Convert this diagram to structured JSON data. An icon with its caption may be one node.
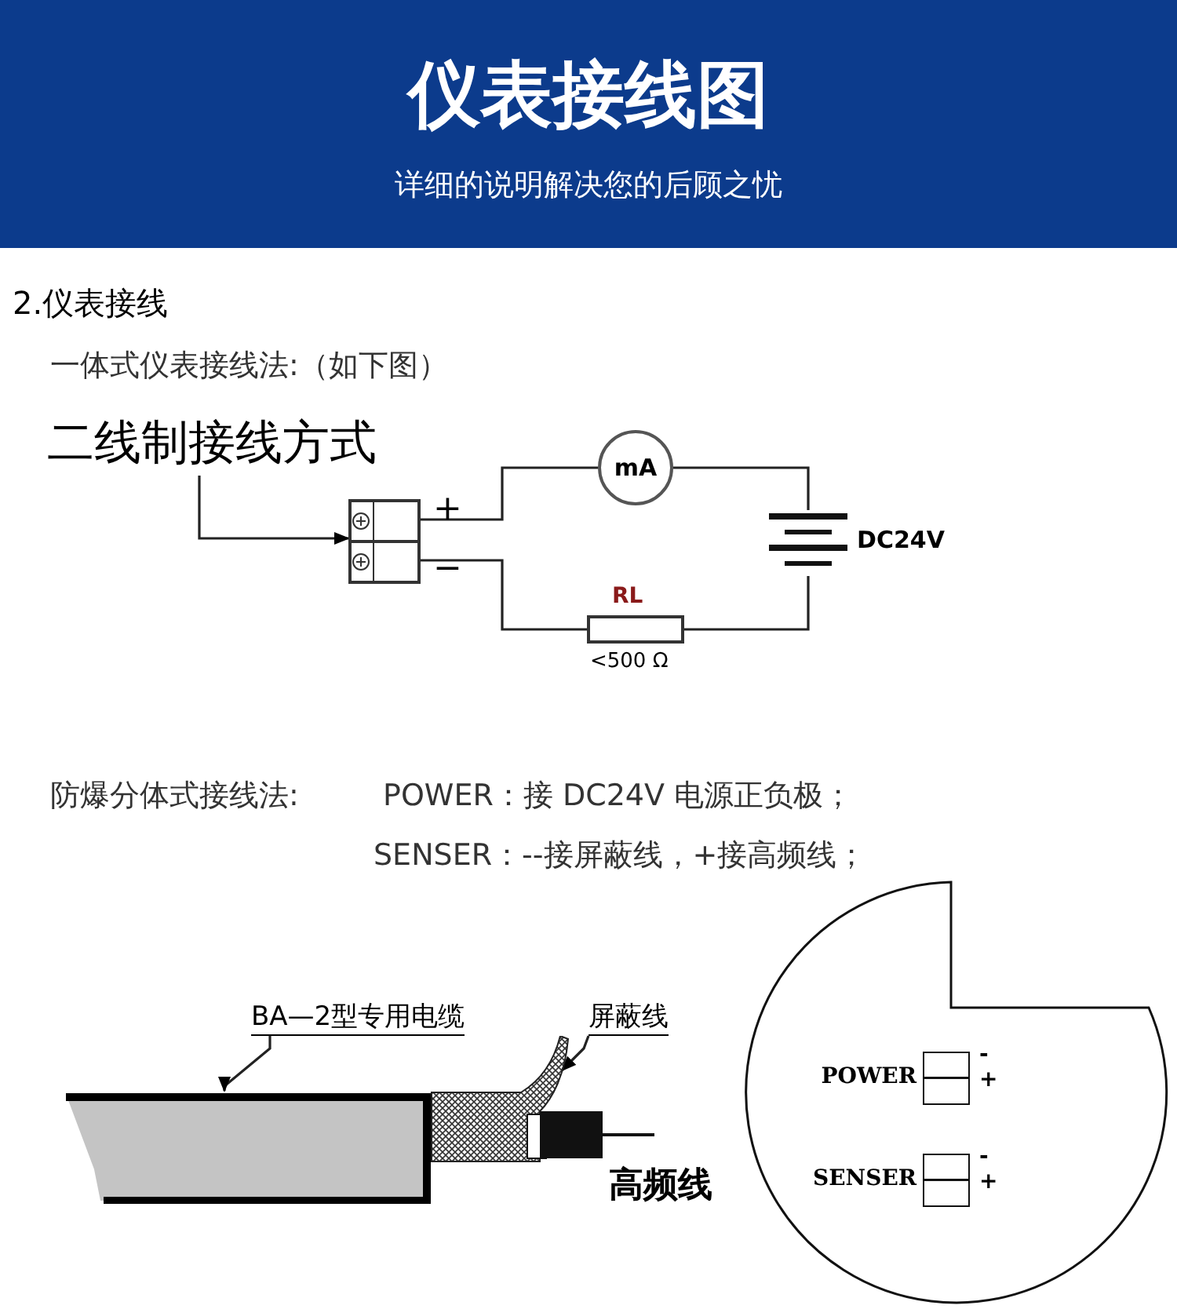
{
  "diagram": {
    "title": "仪表接线图",
    "nodes": [
      {
        "text": [
          "二线制接线方式"
        ]
      },
      {
        "text": [],
        "shape": "box"
      },
      {
        "text": [
          "mA"
        ]
      },
      {
        "text": [],
        "shape": "battery",
        "beside": [
          "DC24V"
        ]
      },
      {
        "text": [],
        "shape": "box",
        "beside": [
          "RL",
          "<500 Ω"
        ]
      },
      {
        "text": [
          "BA—2型专用电缆"
        ]
      },
      {
        "text": [],
        "shape": "bar"
      },
      {
        "text": [
          "屏蔽线"
        ]
      },
      {
        "text": [],
        "shape": "picture"
      },
      {
        "text": [],
        "shape": "circle"
      },
      {
        "text": [],
        "shape": "box",
        "in": 9,
        "beside": [
          "POWER",
          "-",
          "+"
        ]
      },
      {
        "text": [],
        "shape": "box",
        "in": 9,
        "beside": [
          "SENSER",
          "-",
          "+"
        ]
      }
    ],
    "edges": [
      {
        "from": 0,
        "to": 1,
        "arrow": "to"
      },
      {
        "from": 1,
        "to": 2,
        "arrow": "none"
      },
      {
        "from": 2,
        "to": 3,
        "arrow": "none"
      },
      {
        "from": 3,
        "to": 4,
        "arrow": "none"
      },
      {
        "from": 4,
        "to": 1,
        "arrow": "none"
      },
      {
        "from": 5,
        "to": 6,
        "arrow": "to"
      },
      {
        "from": 7,
        "to": 8,
        "arrow": "to"
      }
    ],
    "labels": [
      "详细的说明解决您的后顾之忧",
      "2.仪表接线",
      "一体式仪表接线法:（如下图）",
      "+",
      "−",
      "防爆分体式接线法:",
      "POWER：接 DC24V 电源正负极；",
      "SENSER：--接屏蔽线，+接高频线；",
      "高频线"
    ]
  }
}
